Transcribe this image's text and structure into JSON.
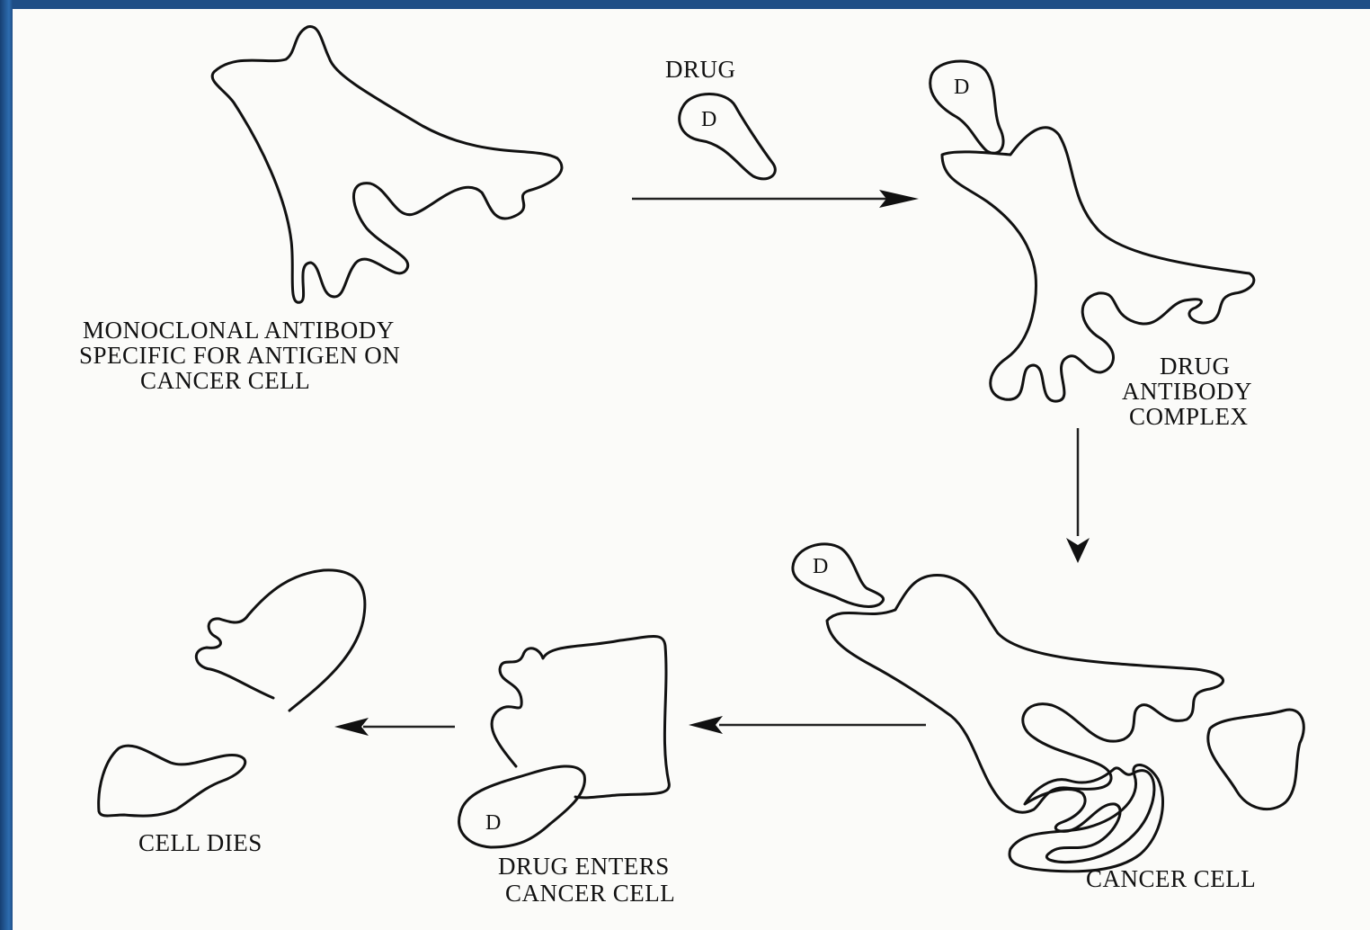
{
  "labels": {
    "antibody": [
      "MONOCLONAL  ANTIBODY",
      "SPECIFIC FOR ANTIGEN  ON",
      "CANCER CELL"
    ],
    "drug": "DRUG",
    "complex": [
      "DRUG",
      "ANTIBODY",
      "COMPLEX"
    ],
    "cancer_cell": "CANCER CELL",
    "drug_enters": [
      "DRUG ENTERS",
      "CANCER CELL"
    ],
    "cell_dies": "CELL DIES",
    "drug_marker": "D"
  },
  "colors": {
    "frame": "#1f4e86",
    "paper": "#fbfbf9",
    "ink": "#111111"
  }
}
